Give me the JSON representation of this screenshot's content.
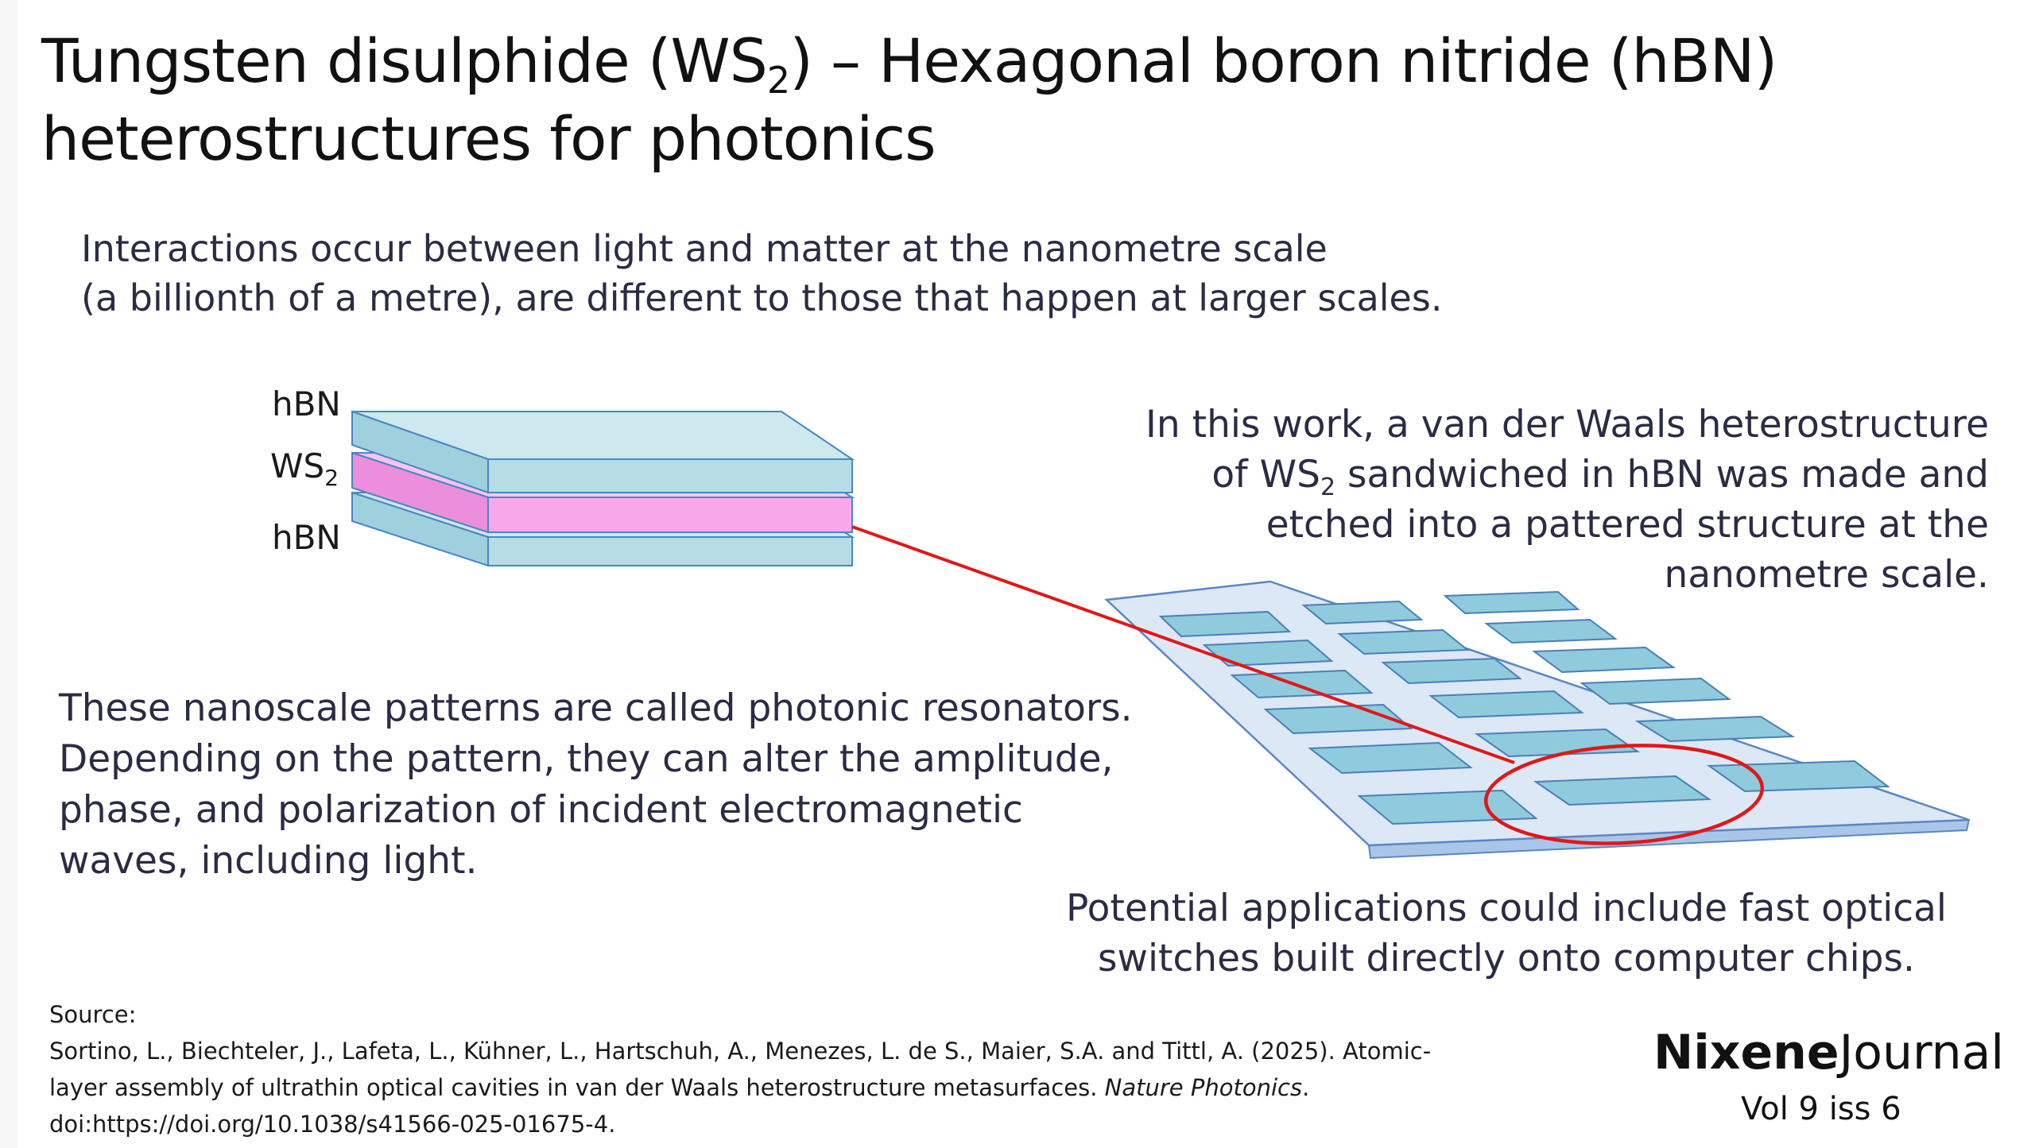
{
  "title": {
    "part1": "Tungsten disulphide (WS",
    "sub": "2",
    "part2": ") – Hexagonal boron nitride (hBN)",
    "line2": "heterostructures for photonics"
  },
  "intro": {
    "line1": "Interactions occur between light and matter at the nanometre scale",
    "line2": "(a billionth of a metre), are different to those that happen at larger scales."
  },
  "stack": {
    "top_label": "hBN",
    "middle_label": "WS",
    "middle_sub": "2",
    "bottom_label": "hBN",
    "colors": {
      "hbn": "#b6dce6",
      "ws2": "#f7a8ea",
      "chip": "#dce8f6",
      "pad": "#8fcbdc",
      "highlight": "#e01818"
    }
  },
  "right_text": {
    "line1": "In this work, a van der Waals heterostructure",
    "line2a": "of WS",
    "line2sub": "2",
    "line2b": " sandwiched in hBN was made and",
    "line3": "etched into a pattered structure at the",
    "line4": "nanometre scale."
  },
  "resonators_text": {
    "line1": "These nanoscale patterns are called photonic resonators.",
    "line2": "Depending on the pattern, they can alter the amplitude,",
    "line3": "phase, and polarization of incident electromagnetic",
    "line4": "waves, including light."
  },
  "applications_text": {
    "line1": "Potential applications could include fast optical",
    "line2": "switches built directly onto computer chips."
  },
  "source": {
    "label": "Source:",
    "line1": "Sortino, L., Biechteler, J., Lafeta, L., Kühner, L., Hartschuh, A., Menezes, L. de S., Maier, S.A. and Tittl, A. (2025). Atomic-",
    "line2a": "layer assembly of ultrathin optical cavities in van der Waals heterostructure metasurfaces. ",
    "journal": "Nature Photonics",
    "line2b": ".",
    "line3": "doi:https://doi.org/10.1038/s41566-025-01675-4."
  },
  "brand": {
    "bold": "Nixene",
    "regular": "Journal",
    "volume": "Vol 9  iss 6"
  }
}
